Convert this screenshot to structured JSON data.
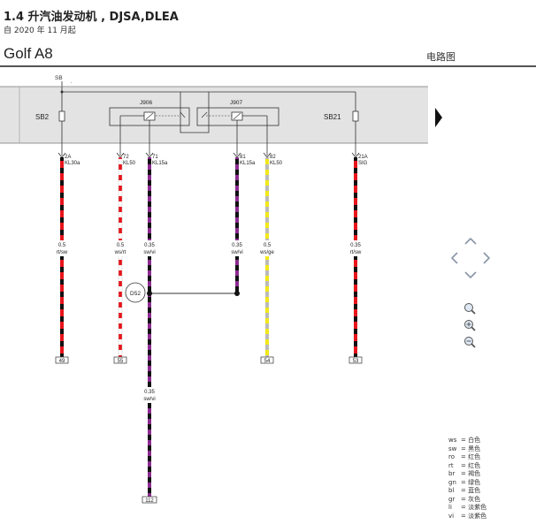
{
  "header": {
    "title": "1.4 升汽油发动机 , DJSA,DLEA",
    "subtitle": "自 2020 年 11 月起",
    "model": "Golf A8",
    "doc_type": "电路图"
  },
  "diagram": {
    "rail_label": "SB",
    "fuses": [
      {
        "id": "sb2",
        "label": "SB2"
      },
      {
        "id": "sb21",
        "label": "SB21"
      }
    ],
    "relays": [
      {
        "id": "j906",
        "label": "J906"
      },
      {
        "id": "j907",
        "label": "J907"
      }
    ],
    "connector": "D52",
    "wires": [
      {
        "id": "w1",
        "pin": "2A",
        "signal": "KL30a",
        "gauge": "0.5",
        "color": "rt/sw",
        "terminal": "49"
      },
      {
        "id": "w2",
        "pin": "72",
        "signal": "KL50",
        "gauge": "0.5",
        "color": "ws/rt",
        "terminal": "55"
      },
      {
        "id": "w3",
        "pin": "71",
        "signal": "KL15a",
        "gauge": "0.35",
        "color": "sw/vi",
        "terminal": "112",
        "gauge2": "0.35",
        "color2": "sw/vi"
      },
      {
        "id": "w4",
        "pin": "81",
        "signal": "KL15a",
        "gauge": "0.35",
        "color": "sw/vi",
        "terminal": ""
      },
      {
        "id": "w5",
        "pin": "82",
        "signal": "KL50",
        "gauge": "0.5",
        "color": "ws/ge",
        "terminal": "54"
      },
      {
        "id": "w6",
        "pin": "21A",
        "signal": "SIG",
        "gauge": "0.35",
        "color": "rt/sw",
        "terminal": "53"
      }
    ]
  },
  "legend": [
    {
      "code": "ws",
      "name": "白色"
    },
    {
      "code": "sw",
      "name": "黑色"
    },
    {
      "code": "ro",
      "name": "红色"
    },
    {
      "code": "rt",
      "name": "红色"
    },
    {
      "code": "br",
      "name": "褐色"
    },
    {
      "code": "gn",
      "name": "绿色"
    },
    {
      "code": "bl",
      "name": "蓝色"
    },
    {
      "code": "gr",
      "name": "灰色"
    },
    {
      "code": "li",
      "name": "淡紫色"
    },
    {
      "code": "vi",
      "name": "淡紫色"
    }
  ],
  "colors": {
    "rt": "#e8141b",
    "sw": "#111111",
    "ws": "#ffffff",
    "vi": "#8a2b8f",
    "ge": "#f2e81a",
    "panel": "#e3e3e3"
  },
  "controls": {
    "pan_icons": [
      "pan-up-icon",
      "pan-left-icon",
      "pan-right-icon",
      "pan-down-icon"
    ],
    "zoom_icons": [
      "zoom-icon",
      "zoom-in-icon",
      "zoom-out-icon"
    ]
  }
}
